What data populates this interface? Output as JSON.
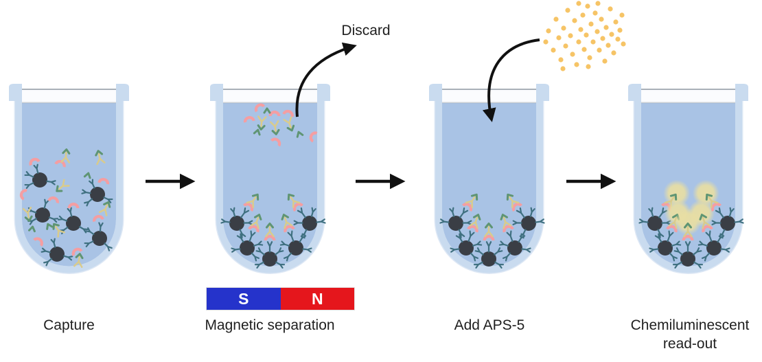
{
  "steps": [
    {
      "label": "Capture"
    },
    {
      "label": "Magnetic separation"
    },
    {
      "label": "Add APS-5"
    },
    {
      "label": "Chemiluminescent read-out"
    }
  ],
  "annotations": {
    "discard": "Discard"
  },
  "magnet": {
    "south": "S",
    "north": "N",
    "south_color": "#2533CB",
    "north_color": "#E5161C",
    "label_color": "#FFFFFF"
  },
  "glyphs": {
    "bead": "magnetic-bead-icon",
    "capture": "capture-antibody-icon",
    "antigen": "antigen-icon",
    "detection": "detection-antibody-icon",
    "substrate": "substrate-dot-icon",
    "glow": "chemiluminescence-glow-icon"
  },
  "colors": {
    "background": "#FFFFFF",
    "tube_wall": "#C9DBEF",
    "tube_wall_soft_edge": "#DEE8F5",
    "liquid": "#A9C3E5",
    "headspace": "#FBFCFE",
    "rim_line": "#9AA2AB",
    "arrow": "#111111",
    "label_text": "#1F1F1F",
    "magnetic_bead": "#3A3E45",
    "capture_antibody": "#3F7080",
    "antigen": "#F49EA2",
    "detection_antibody": "#D9CB8C",
    "detection_label": "#5F9573",
    "chemiluminescence": "#E8DEA3",
    "substrate_dot": "#F6C466"
  }
}
